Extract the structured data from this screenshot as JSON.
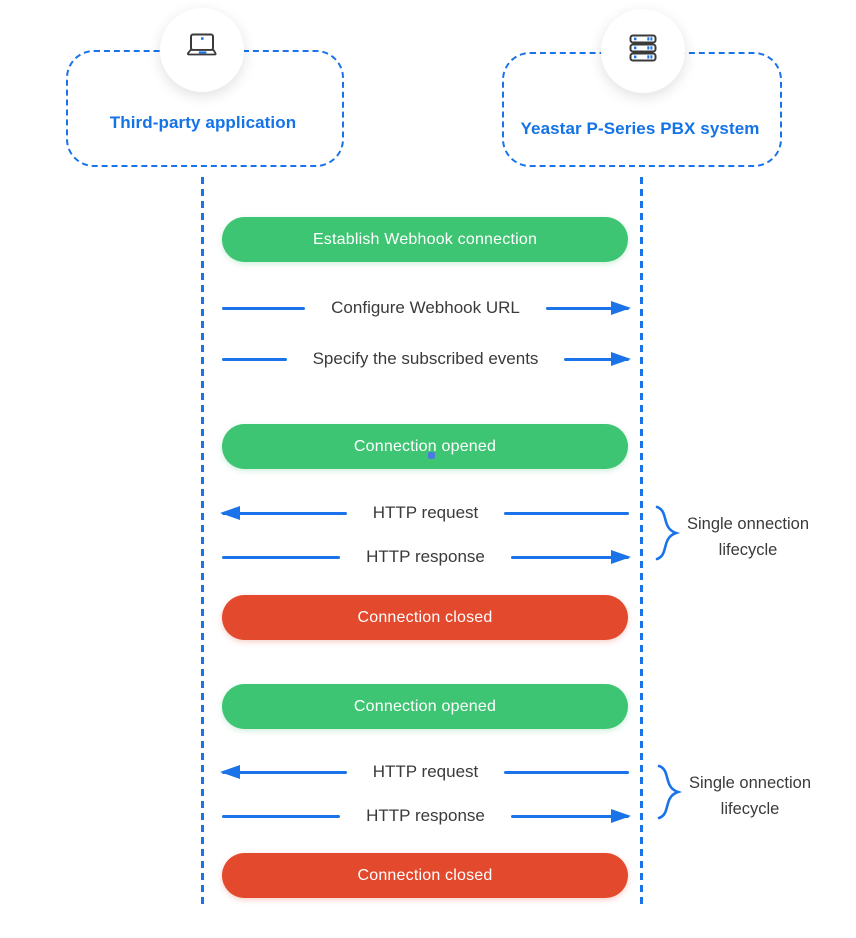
{
  "diagram": {
    "actors": {
      "third_party": {
        "label": "Third-party application",
        "icon": "laptop-icon"
      },
      "pbx": {
        "label": "Yeastar P-Series PBX system",
        "icon": "server-icon"
      }
    },
    "flow": {
      "establish": {
        "label": "Establish Webhook connection",
        "style": "green-pill"
      },
      "configure": {
        "label": "Configure Webhook URL",
        "direction": "right"
      },
      "subscribe": {
        "label": "Specify the subscribed events",
        "direction": "right"
      },
      "cycle1": {
        "opened": {
          "label": "Connection opened",
          "style": "green-pill"
        },
        "request": {
          "label": "HTTP request",
          "direction": "left"
        },
        "response": {
          "label": "HTTP response",
          "direction": "right"
        },
        "closed": {
          "label": "Connection closed",
          "style": "red-pill"
        },
        "note": {
          "line1": "Single onnection",
          "line2": "lifecycle"
        }
      },
      "cycle2": {
        "opened": {
          "label": "Connection opened",
          "style": "green-pill"
        },
        "request": {
          "label": "HTTP request",
          "direction": "left"
        },
        "response": {
          "label": "HTTP response",
          "direction": "right"
        },
        "closed": {
          "label": "Connection closed",
          "style": "red-pill"
        },
        "note": {
          "line1": "Single onnection",
          "line2": "lifecycle"
        }
      }
    },
    "colors": {
      "blue": "#1a73e8",
      "label_blue": "#1473e6",
      "green": "#3ec573",
      "red": "#e3492d",
      "text_dark": "#3a3a3a",
      "icon_outline": "#3a3a3a"
    }
  }
}
